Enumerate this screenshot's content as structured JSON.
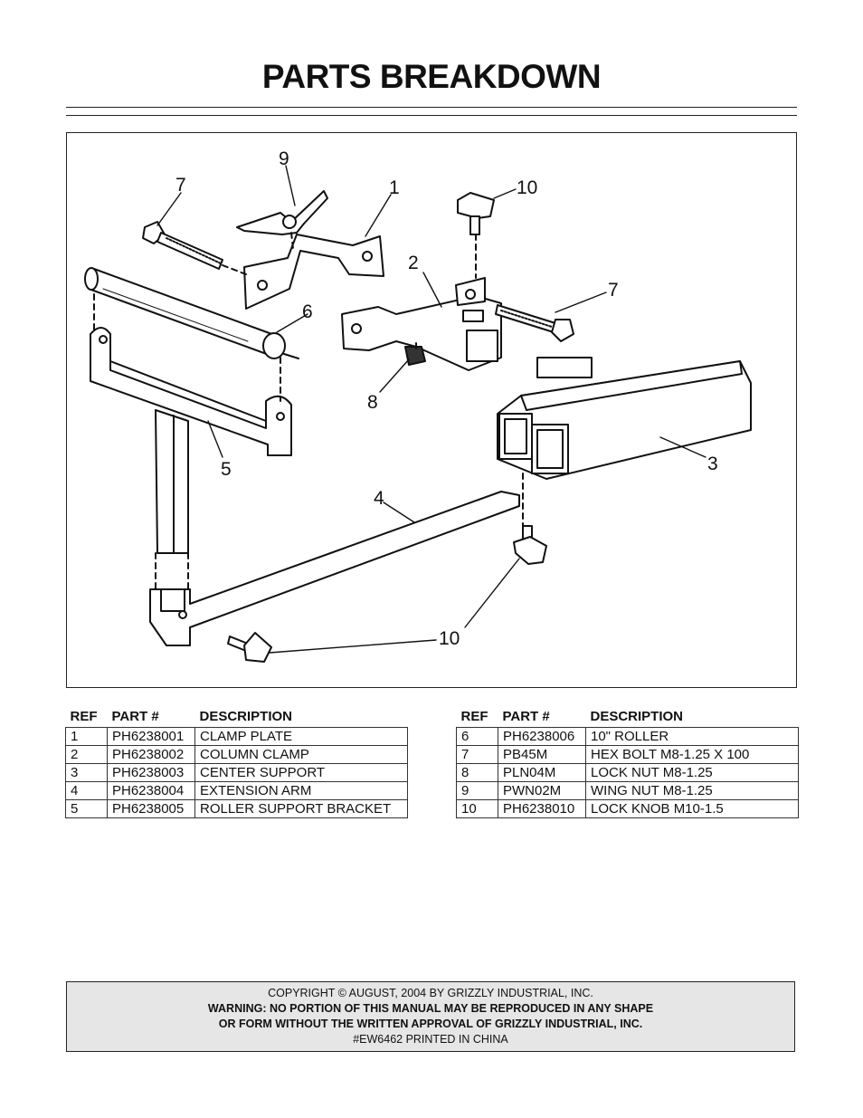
{
  "page": {
    "title": "PARTS BREAKDOWN"
  },
  "diagram": {
    "callouts": [
      {
        "id": "c9",
        "text": "9"
      },
      {
        "id": "c7a",
        "text": "7"
      },
      {
        "id": "c1",
        "text": "1"
      },
      {
        "id": "c10a",
        "text": "10"
      },
      {
        "id": "c2",
        "text": "2"
      },
      {
        "id": "c7b",
        "text": "7"
      },
      {
        "id": "c6",
        "text": "6"
      },
      {
        "id": "c8",
        "text": "8"
      },
      {
        "id": "c3",
        "text": "3"
      },
      {
        "id": "c5",
        "text": "5"
      },
      {
        "id": "c4",
        "text": "4"
      },
      {
        "id": "c10b",
        "text": "10"
      }
    ]
  },
  "parts_table": {
    "headers": {
      "ref": "REF",
      "part": "PART #",
      "description": "DESCRIPTION"
    },
    "left": [
      {
        "ref": "1",
        "part": "PH6238001",
        "description": "CLAMP PLATE"
      },
      {
        "ref": "2",
        "part": "PH6238002",
        "description": "COLUMN CLAMP"
      },
      {
        "ref": "3",
        "part": "PH6238003",
        "description": "CENTER SUPPORT"
      },
      {
        "ref": "4",
        "part": "PH6238004",
        "description": "EXTENSION ARM"
      },
      {
        "ref": "5",
        "part": "PH6238005",
        "description": "ROLLER SUPPORT BRACKET"
      }
    ],
    "right": [
      {
        "ref": "6",
        "part": "PH6238006",
        "description": "10\" ROLLER"
      },
      {
        "ref": "7",
        "part": "PB45M",
        "description": "HEX BOLT M8-1.25 X 100"
      },
      {
        "ref": "8",
        "part": "PLN04M",
        "description": "LOCK NUT M8-1.25"
      },
      {
        "ref": "9",
        "part": "PWN02M",
        "description": "WING NUT M8-1.25"
      },
      {
        "ref": "10",
        "part": "PH6238010",
        "description": "LOCK KNOB M10-1.5"
      }
    ]
  },
  "footer": {
    "line1": "COPYRIGHT © AUGUST, 2004 BY GRIZZLY INDUSTRIAL, INC.",
    "line2": "WARNING: NO PORTION OF THIS MANUAL MAY BE REPRODUCED IN ANY SHAPE",
    "line3": "OR FORM WITHOUT THE WRITTEN APPROVAL OF GRIZZLY INDUSTRIAL, INC.",
    "line4": "#EW6462 PRINTED IN CHINA"
  }
}
